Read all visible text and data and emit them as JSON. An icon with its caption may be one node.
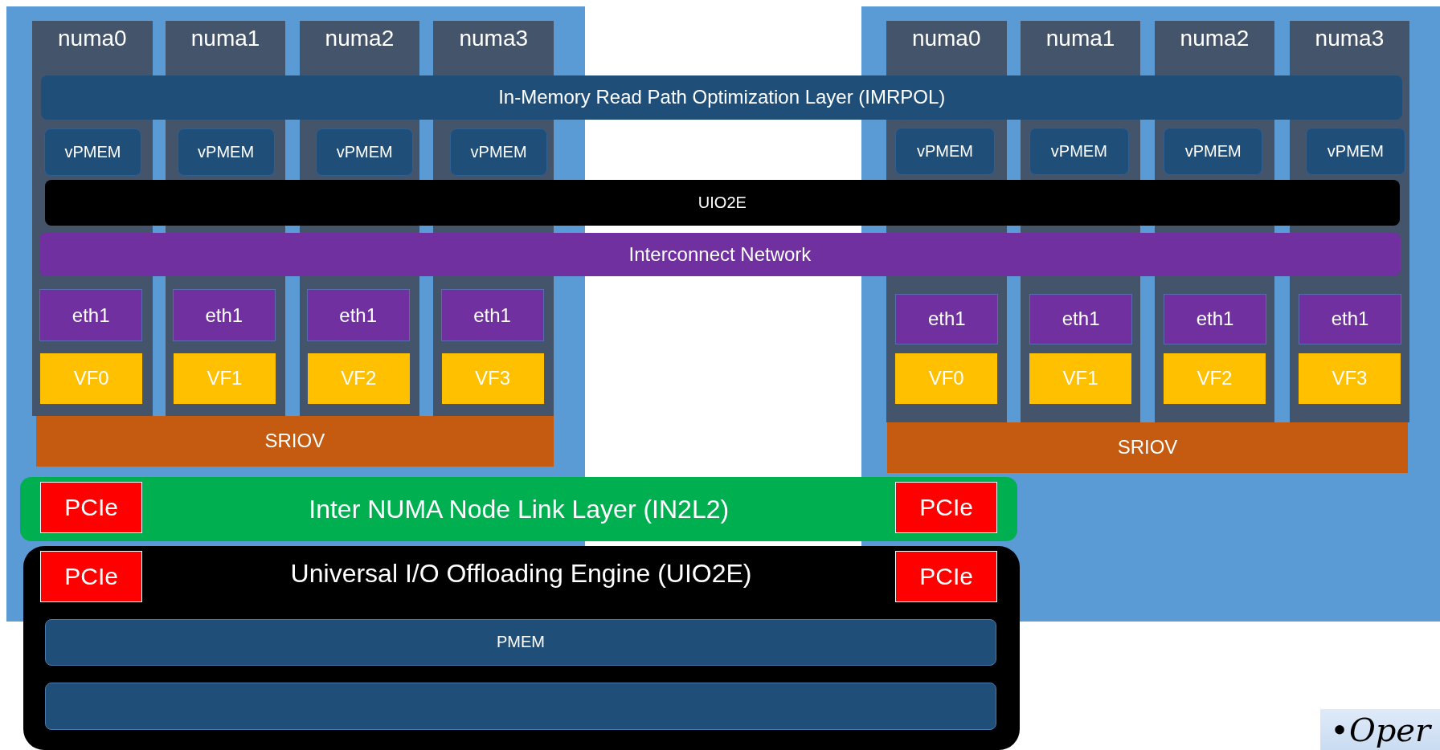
{
  "diagram": {
    "nodes": [
      {
        "text": [],
        "shape": "box"
      },
      {
        "text": [
          "numa0"
        ],
        "in": 0
      },
      {
        "text": [
          "numa1"
        ],
        "in": 0
      },
      {
        "text": [
          "numa2"
        ],
        "in": 0
      },
      {
        "text": [
          "numa3"
        ],
        "in": 0
      },
      {
        "text": [],
        "shape": "box"
      },
      {
        "text": [
          "numa0"
        ],
        "in": 5
      },
      {
        "text": [
          "numa1"
        ],
        "in": 5
      },
      {
        "text": [
          "numa2"
        ],
        "in": 5
      },
      {
        "text": [
          "numa3"
        ],
        "in": 5
      },
      {
        "text": [
          "In-Memory Read Path Optimization Layer (IMRPOL)"
        ]
      },
      {
        "text": [
          "vPMEM"
        ],
        "in": 1
      },
      {
        "text": [
          "vPMEM"
        ],
        "in": 2
      },
      {
        "text": [
          "vPMEM"
        ],
        "in": 3
      },
      {
        "text": [
          "vPMEM"
        ],
        "in": 4
      },
      {
        "text": [
          "vPMEM"
        ],
        "in": 6
      },
      {
        "text": [
          "vPMEM"
        ],
        "in": 7
      },
      {
        "text": [
          "vPMEM"
        ],
        "in": 8
      },
      {
        "text": [
          "vPMEM"
        ],
        "in": 9
      },
      {
        "text": [
          "UIO2E"
        ]
      },
      {
        "text": [
          "Interconnect Network"
        ]
      },
      {
        "text": [
          "eth1"
        ],
        "in": 1
      },
      {
        "text": [
          "eth1"
        ],
        "in": 2
      },
      {
        "text": [
          "eth1"
        ],
        "in": 3
      },
      {
        "text": [
          "eth1"
        ],
        "in": 4
      },
      {
        "text": [
          "eth1"
        ],
        "in": 6
      },
      {
        "text": [
          "eth1"
        ],
        "in": 7
      },
      {
        "text": [
          "eth1"
        ],
        "in": 8
      },
      {
        "text": [
          "eth1"
        ],
        "in": 9
      },
      {
        "text": [
          "VF0"
        ],
        "in": 1
      },
      {
        "text": [
          "VF1"
        ],
        "in": 2
      },
      {
        "text": [
          "VF2"
        ],
        "in": 3
      },
      {
        "text": [
          "VF3"
        ],
        "in": 4
      },
      {
        "text": [
          "VF0"
        ],
        "in": 6
      },
      {
        "text": [
          "VF1"
        ],
        "in": 7
      },
      {
        "text": [
          "VF2"
        ],
        "in": 8
      },
      {
        "text": [
          "VF3"
        ],
        "in": 9
      },
      {
        "text": [
          "SRIOV"
        ],
        "in": 0
      },
      {
        "text": [
          "SRIOV"
        ],
        "in": 5
      },
      {
        "text": [
          "Inter NUMA Node Link Layer (IN2L2)"
        ]
      },
      {
        "text": [
          "PCIe"
        ]
      },
      {
        "text": [
          "PCIe"
        ]
      },
      {
        "text": [
          "Universal I/O Offloading Engine (UIO2E)"
        ]
      },
      {
        "text": [
          "PCIe"
        ]
      },
      {
        "text": [
          "PCIe"
        ]
      },
      {
        "text": [
          "PMEM"
        ],
        "in": 42
      },
      {
        "text": [],
        "shape": "bar",
        "in": 42
      },
      {
        "text": [
          "•Oper"
        ]
      }
    ]
  }
}
